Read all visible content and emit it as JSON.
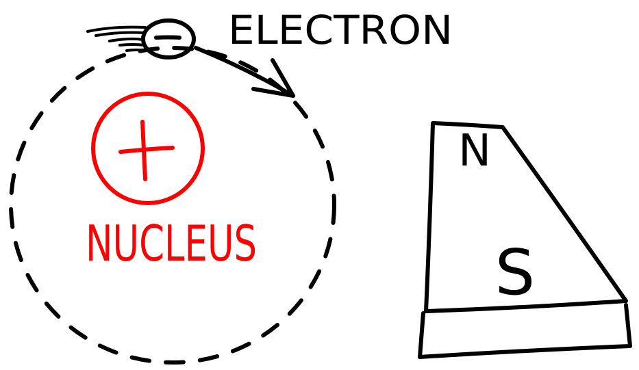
{
  "electron": {
    "label": "ELECTRON",
    "charge_symbol": "−",
    "icon": "electron-icon"
  },
  "nucleus": {
    "label": "NUCLEUS",
    "charge_symbol": "+",
    "icon": "nucleus-icon"
  },
  "magnet": {
    "north_label": "N",
    "south_label": "S",
    "icon": "magnet-icon"
  },
  "colors": {
    "ink": "#000000",
    "nucleus": "#ff0000",
    "background": "#ffffff"
  }
}
